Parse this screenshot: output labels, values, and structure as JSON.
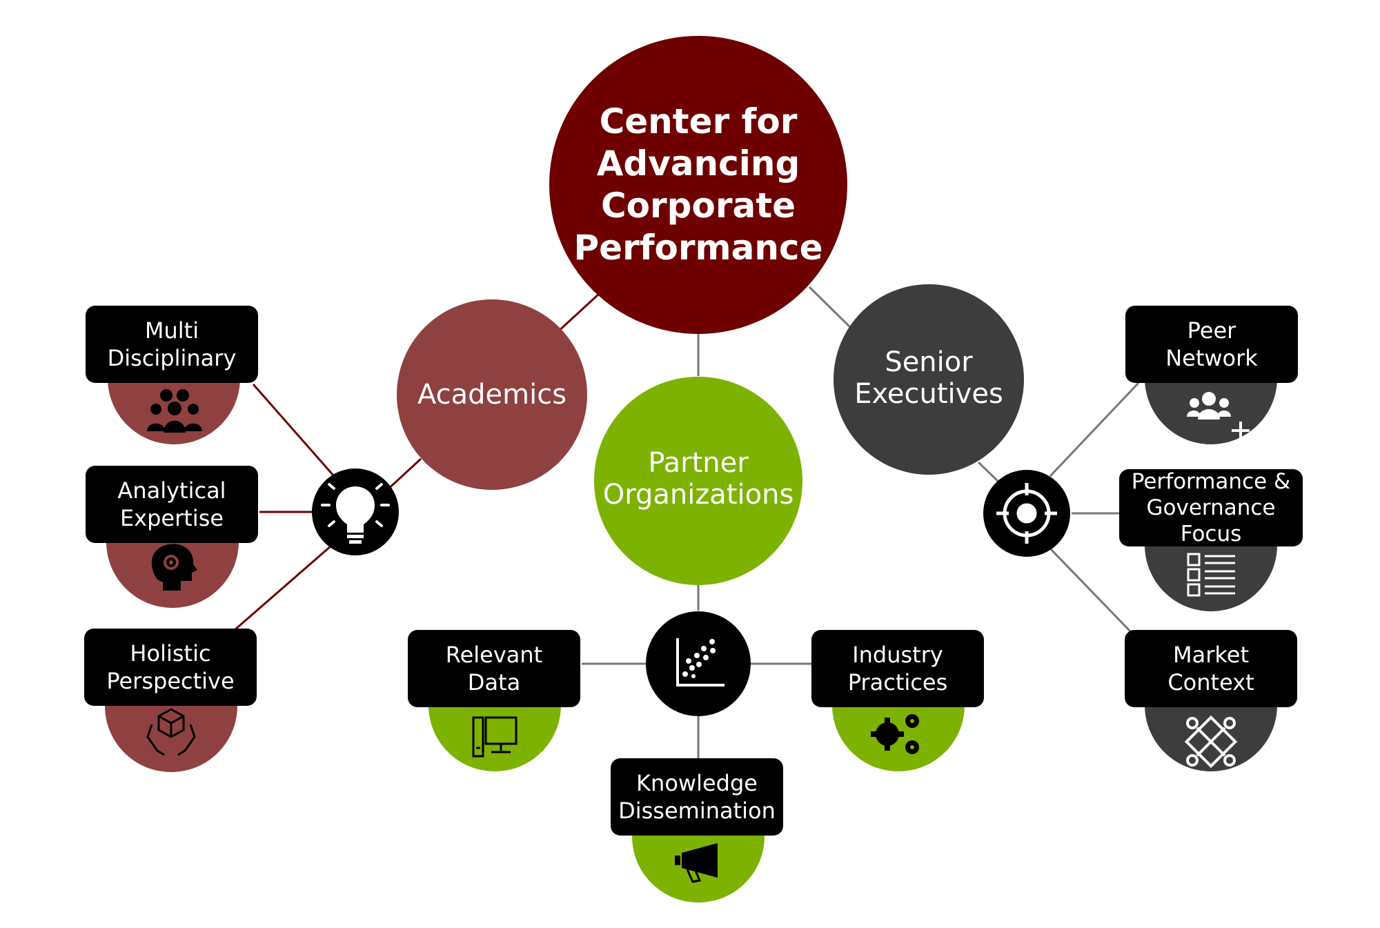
{
  "colors": {
    "center": "#6e0000",
    "academics": "#8f4141",
    "partners": "#7db200",
    "executives": "#3d3d3d",
    "hub": "#000000",
    "box": "#000000",
    "line_left": "#6e0000",
    "line_grey": "#777777"
  },
  "center": {
    "title": "Center for\nAdvancing\nCorporate\nPerformance"
  },
  "groups": {
    "academics": {
      "label": "Academics",
      "hub_icon": "lightbulb-icon",
      "items": [
        {
          "label": "Multi\nDisciplinary",
          "icon": "people-group-icon"
        },
        {
          "label": "Analytical\nExpertise",
          "icon": "head-gear-icon"
        },
        {
          "label": "Holistic\nPerspective",
          "icon": "hands-cube-icon"
        }
      ]
    },
    "partners": {
      "label": "Partner\nOrganizations",
      "hub_icon": "scatter-chart-icon",
      "items": [
        {
          "label": "Relevant\nData",
          "icon": "computer-icon"
        },
        {
          "label": "Industry\nPractices",
          "icon": "gears-icon"
        },
        {
          "label": "Knowledge\nDissemination",
          "icon": "megaphone-icon"
        }
      ]
    },
    "executives": {
      "label": "Senior\nExecutives",
      "hub_icon": "target-icon",
      "items": [
        {
          "label": "Peer\nNetwork",
          "icon": "people-add-icon"
        },
        {
          "label": "Performance &\nGovernance Focus",
          "icon": "report-list-icon"
        },
        {
          "label": "Market\nContext",
          "icon": "knot-icon"
        }
      ]
    }
  }
}
